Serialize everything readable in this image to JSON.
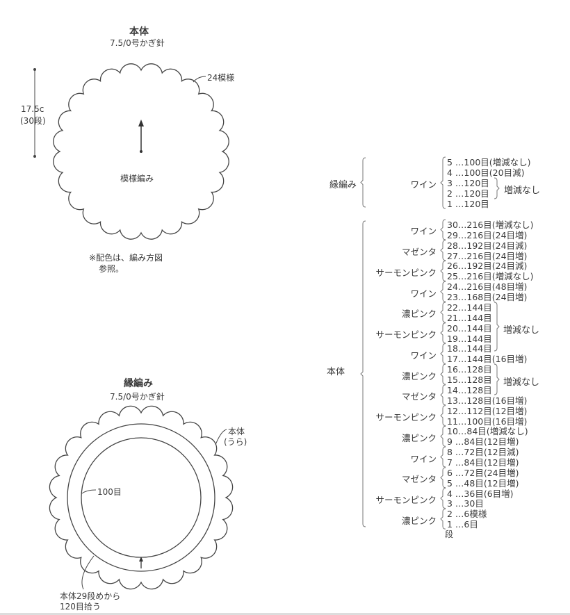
{
  "body_diagram": {
    "title": "本体",
    "hook": "7.5/0号かぎ針",
    "height_label": "17.5c",
    "rows_label": "(30段)",
    "pattern_count": "24模様",
    "stitch": "模様編み",
    "note_line1": "※配色は、編み方図",
    "note_line2": "参照。",
    "scallops": 24
  },
  "edge_diagram": {
    "title": "縁編み",
    "hook": "7.5/0号かぎ針",
    "body_label": "本体",
    "body_label2": "(うら)",
    "stitch_count": "100目",
    "pickup_line1": "本体29段めから",
    "pickup_line2": "120目拾う"
  },
  "table": {
    "edge_section": "縁編み",
    "body_section": "本体",
    "rows_unit": "段",
    "no_change": "増減なし",
    "edge_groups": [
      {
        "color": "ワイン",
        "rows": [
          "5 …100目(増減なし)",
          "4 …100目(20目減)",
          "3 …120目",
          "2 …120目",
          "1 …120目"
        ]
      }
    ],
    "body_groups": [
      {
        "color": "ワイン",
        "rows": [
          "30…216目(増減なし)",
          "29…216目(24目増)"
        ]
      },
      {
        "color": "マゼンタ",
        "rows": [
          "28…192目(24目減)",
          "27…216目(24目増)"
        ]
      },
      {
        "color": "サーモンピンク",
        "rows": [
          "26…192目(24目減)",
          "25…216目(増減なし)"
        ]
      },
      {
        "color": "ワイン",
        "rows": [
          "24…216目(48目増)",
          "23…168目(24目増)"
        ]
      },
      {
        "color": "濃ピンク",
        "rows": [
          "22…144目",
          "21…144目"
        ]
      },
      {
        "color": "サーモンピンク",
        "rows": [
          "20…144目",
          "19…144目"
        ]
      },
      {
        "color": "ワイン",
        "rows": [
          "18…144目",
          "17…144目(16目増)"
        ]
      },
      {
        "color": "濃ピンク",
        "rows": [
          "16…128目",
          "15…128目"
        ]
      },
      {
        "color": "マゼンタ",
        "rows": [
          "14…128目",
          "13…128目(16目増)"
        ]
      },
      {
        "color": "サーモンピンク",
        "rows": [
          "12…112目(12目増)",
          "11…100目(16目増)"
        ]
      },
      {
        "color": "濃ピンク",
        "rows": [
          "10…84目(増減なし)",
          "9 …84目(12目増)"
        ]
      },
      {
        "color": "ワイン",
        "rows": [
          "8 …72目(12目減)",
          "7 …84目(12目増)"
        ]
      },
      {
        "color": "マゼンタ",
        "rows": [
          "6 …72目(24目増)",
          "5 …48目(12目増)"
        ]
      },
      {
        "color": "サーモンピンク",
        "rows": [
          "4 …36目(6目増)",
          "3 …30目"
        ]
      },
      {
        "color": "濃ピンク",
        "rows": [
          "2 …6模様",
          "1 …6目"
        ]
      }
    ]
  }
}
